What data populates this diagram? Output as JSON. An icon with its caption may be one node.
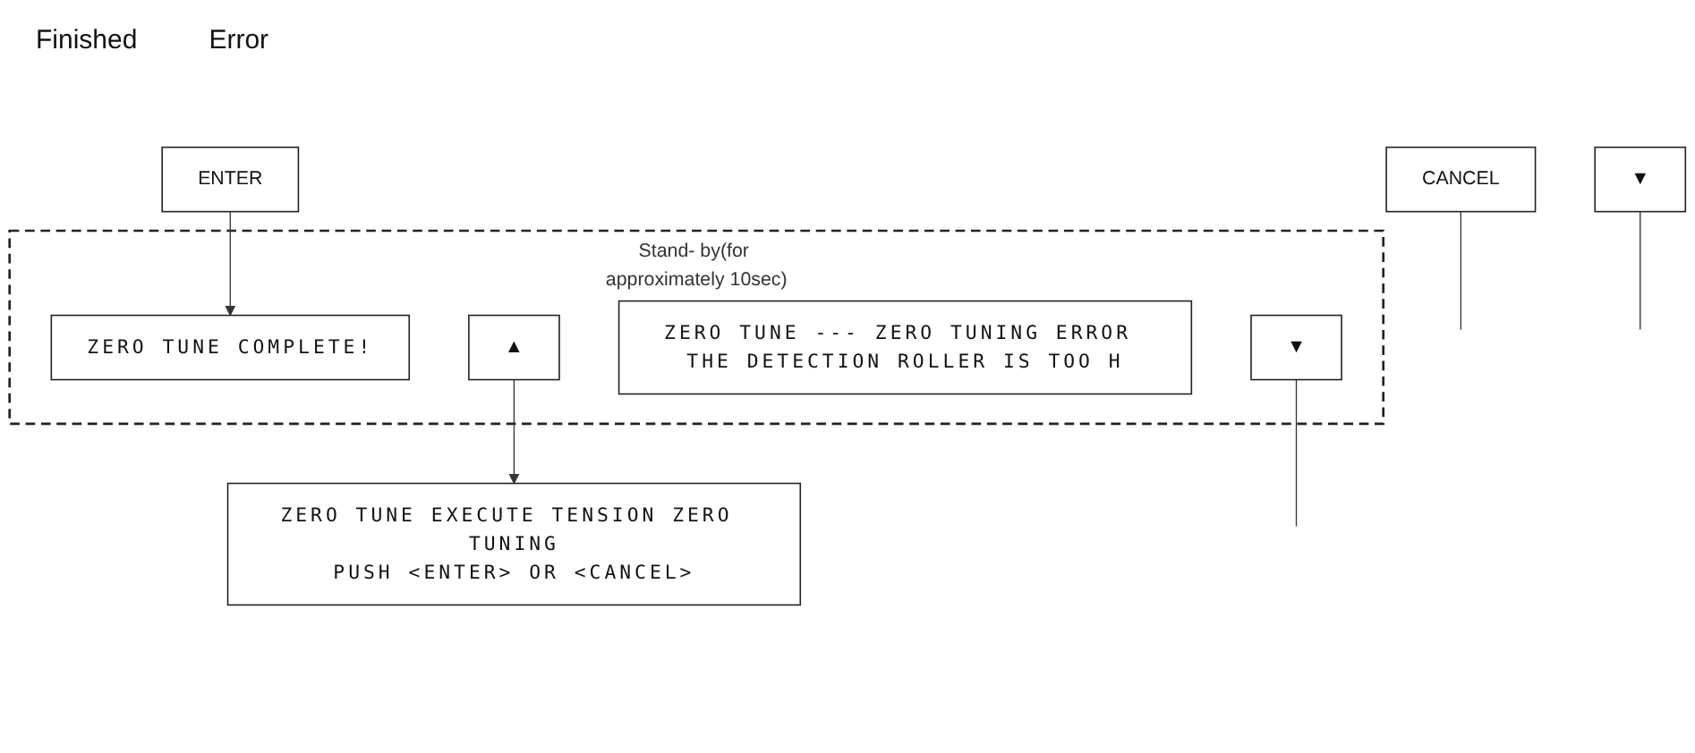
{
  "diagram": {
    "nodes": [
      {
        "text": [
          "ZERO TUNE EXECUTE TENSION ZERO TUNING",
          "PUSH <ENTER> OR <CANCEL>"
        ]
      },
      {
        "text": [
          "▼"
        ]
      },
      {
        "text": [
          "ENTER"
        ]
      },
      {
        "text": [
          "CANCEL"
        ]
      },
      {
        "text": [
          "Stand- by(for approximately 10sec)"
        ]
      },
      {
        "text": [
          "ZERO TUNE COMPLETE!"
        ],
        "in": 4
      },
      {
        "text": [
          "▲"
        ],
        "in": 4
      },
      {
        "text": [
          "ZERO TUNE --- ZERO TUNING ERROR THE DETECTION ROLLER IS TOO H"
        ],
        "in": 4
      },
      {
        "text": [
          "▼"
        ],
        "in": 4
      }
    ],
    "edges": [
      {
        "from": 2,
        "to": 5,
        "arrow": "to"
      },
      {
        "from": 6,
        "to": 0,
        "arrow": "to"
      },
      {
        "from": 3,
        "to": null,
        "arrow": "none"
      },
      {
        "from": 1,
        "to": null,
        "arrow": "none"
      },
      {
        "from": 8,
        "to": null,
        "arrow": "none"
      }
    ],
    "labels": [
      "Finished",
      "Error"
    ]
  }
}
